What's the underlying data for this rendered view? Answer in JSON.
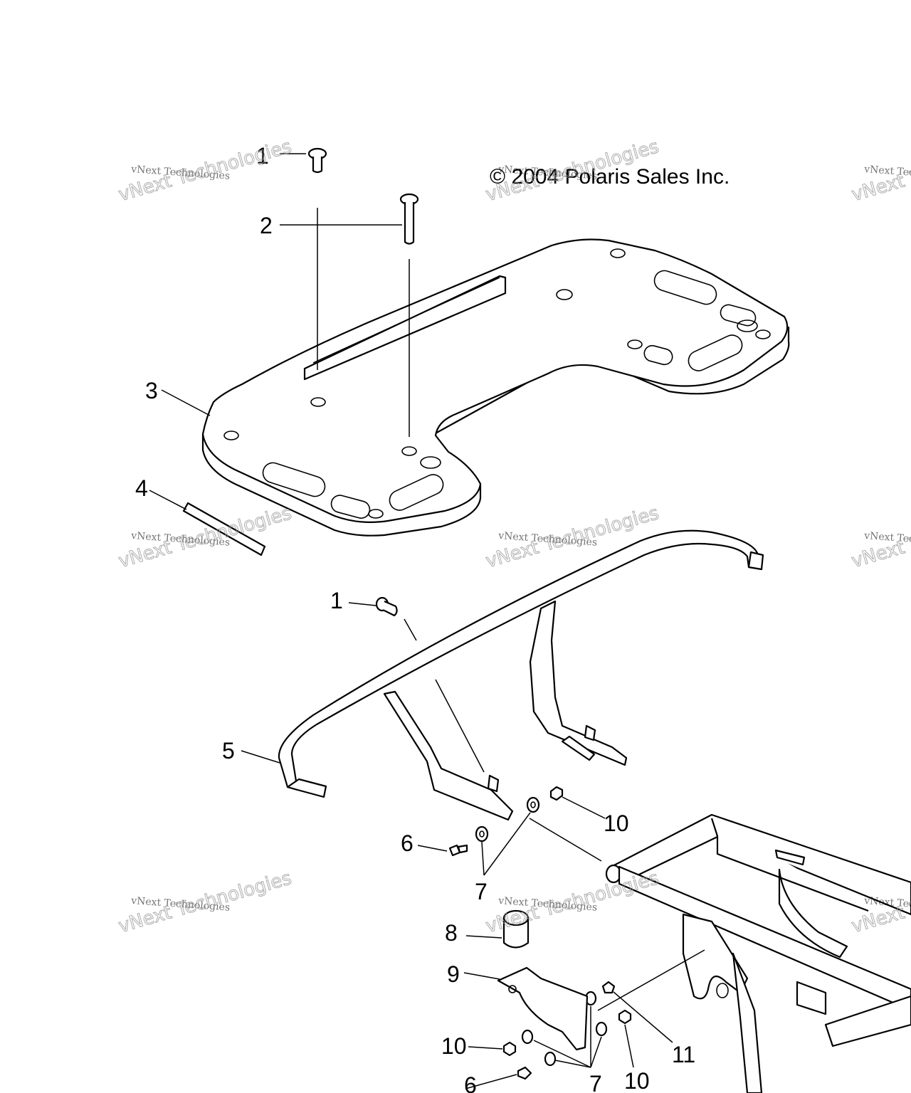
{
  "copyright": "© 2004 Polaris Sales Inc.",
  "watermark": {
    "line1": "vNext Technologies",
    "line2": "vNext Technologies"
  },
  "callouts": {
    "c1a": "1",
    "c1b": "1",
    "c2": "2",
    "c3": "3",
    "c4": "4",
    "c5": "5",
    "c6a": "6",
    "c6b": "6",
    "c7a": "7",
    "c7b": "7",
    "c8": "8",
    "c9": "9",
    "c10a": "10",
    "c10b": "10",
    "c10c": "10",
    "c11": "11"
  }
}
